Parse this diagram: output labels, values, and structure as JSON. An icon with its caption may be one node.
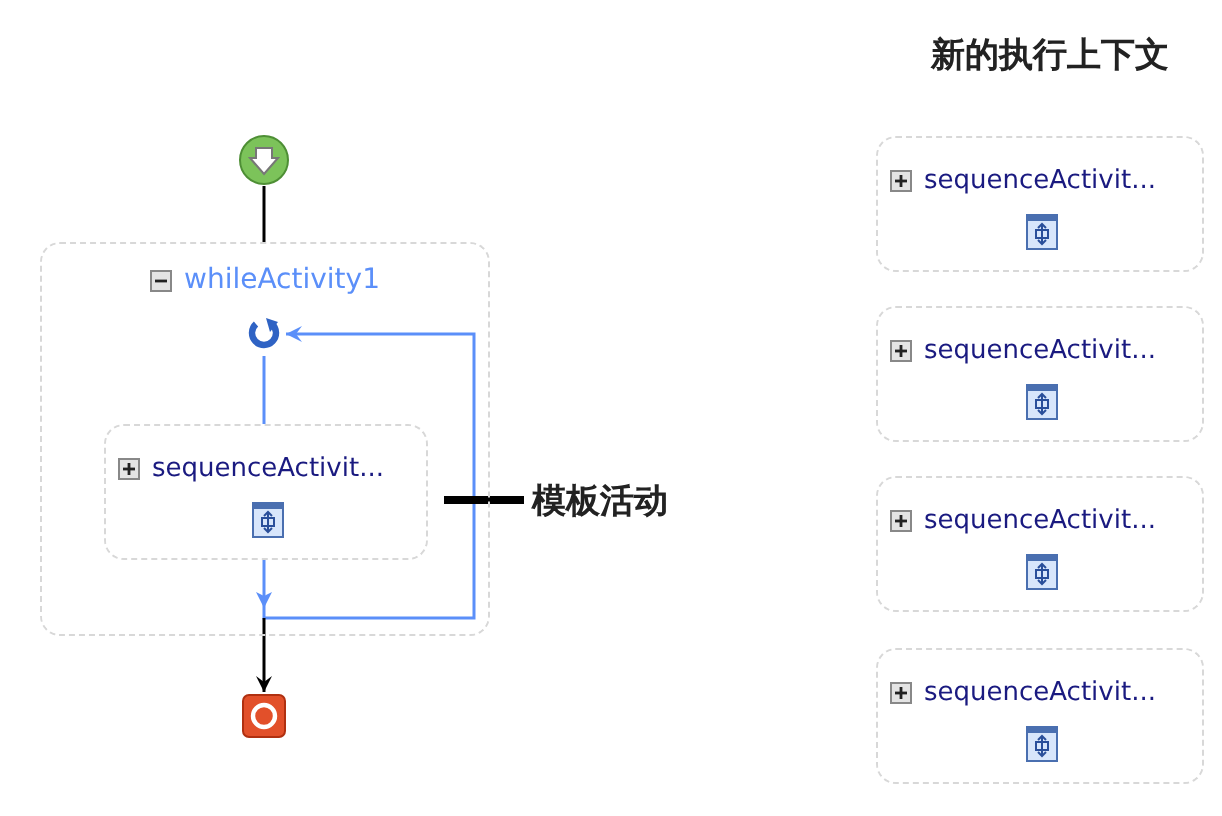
{
  "diagram": {
    "nodes": [
      {
        "text": [],
        "shape": "circle"
      },
      {
        "text": [
          "whileActivity1"
        ]
      },
      {
        "text": [],
        "shape": "picture",
        "in": 1
      },
      {
        "text": [
          "sequenceActivit..."
        ],
        "in": 1
      },
      {
        "text": [],
        "shape": "box"
      },
      {
        "text": [
          "模板活动"
        ]
      },
      {
        "text": [
          "sequenceActivit..."
        ]
      },
      {
        "text": [
          "sequenceActivit..."
        ]
      },
      {
        "text": [
          "sequenceActivit..."
        ]
      },
      {
        "text": [
          "sequenceActivit..."
        ]
      }
    ],
    "edges": [
      {
        "from": 0,
        "to": 1,
        "arrow": "none"
      },
      {
        "from": 2,
        "to": 3,
        "arrow": "none",
        "color": "#5b8ff9"
      },
      {
        "from": 3,
        "to": 2,
        "arrow": "to",
        "color": "#5b8ff9"
      },
      {
        "from": 1,
        "to": 4,
        "arrow": "to"
      },
      {
        "from": 5,
        "to": 3,
        "arrow": "none",
        "style": "thick"
      }
    ],
    "labels": [
      "新的执行上下文"
    ]
  }
}
